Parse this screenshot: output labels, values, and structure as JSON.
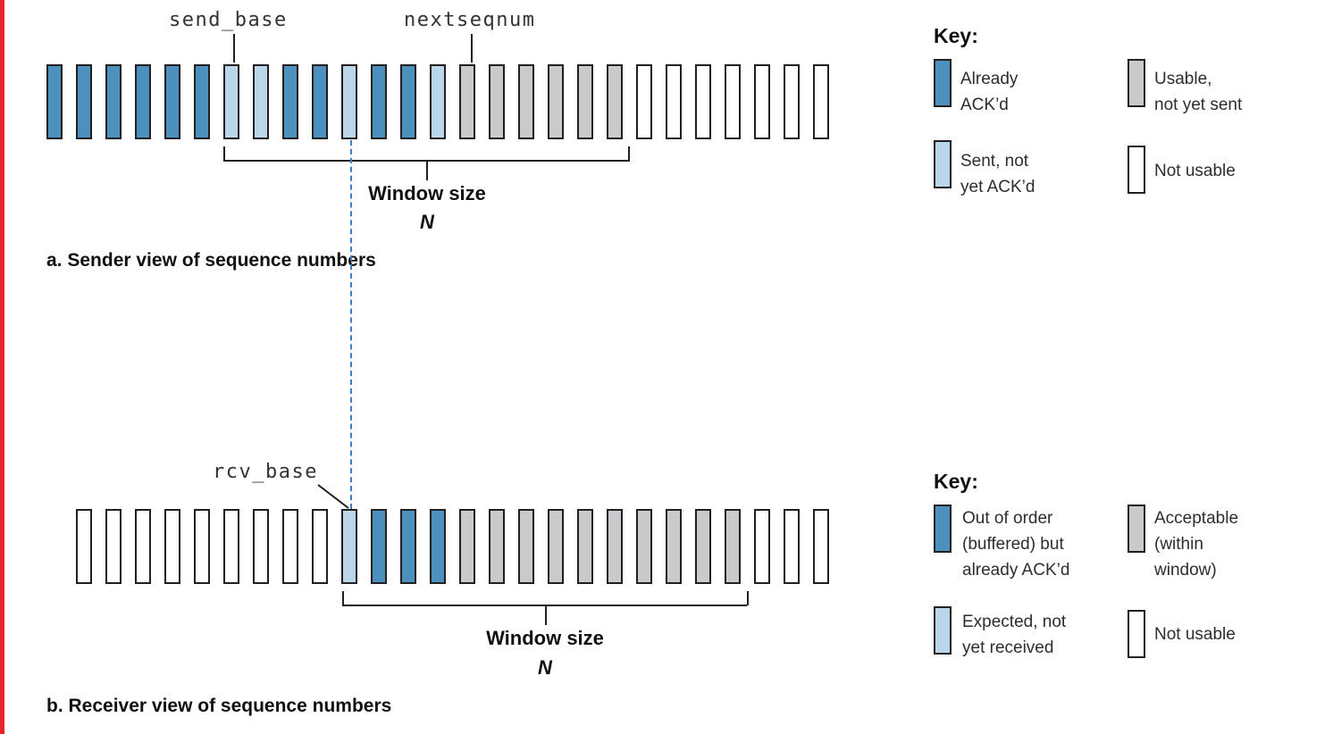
{
  "colors": {
    "ack": "#4c90bd",
    "sent": "#bad6ea",
    "usable": "#c9cacb",
    "notusable": "#ffffff",
    "border": "#231f20",
    "dash": "#3e7ec0",
    "margin_rule": "#e8232a"
  },
  "sender": {
    "send_base_label": "send_base",
    "nextseqnum_label": "nextseqnum",
    "window_size_label": "Window size",
    "window_n": "N",
    "caption": "a. Sender view of sequence numbers",
    "boxes": [
      "ack",
      "ack",
      "ack",
      "ack",
      "ack",
      "ack",
      "sent",
      "sent",
      "ack",
      "ack",
      "sent",
      "ack",
      "ack",
      "sent",
      "usable",
      "usable",
      "usable",
      "usable",
      "usable",
      "usable",
      "notusable",
      "notusable",
      "notusable",
      "notusable",
      "notusable",
      "notusable",
      "notusable"
    ]
  },
  "receiver": {
    "rcv_base_label": "rcv_base",
    "window_size_label": "Window size",
    "window_n": "N",
    "caption": "b. Receiver view of sequence numbers",
    "boxes": [
      "notusable",
      "notusable",
      "notusable",
      "notusable",
      "notusable",
      "notusable",
      "notusable",
      "notusable",
      "notusable",
      "sent",
      "ack",
      "ack",
      "ack",
      "usable",
      "usable",
      "usable",
      "usable",
      "usable",
      "usable",
      "usable",
      "usable",
      "usable",
      "usable",
      "notusable",
      "notusable",
      "notusable"
    ]
  },
  "sender_key": {
    "title": "Key:",
    "items": [
      {
        "type": "ack",
        "label": "Already\nACK’d"
      },
      {
        "type": "usable",
        "label": "Usable,\nnot yet sent"
      },
      {
        "type": "sent",
        "label": "Sent, not\nyet ACK’d"
      },
      {
        "type": "notusable",
        "label": "Not usable"
      }
    ]
  },
  "receiver_key": {
    "title": "Key:",
    "items": [
      {
        "type": "ack",
        "label": "Out of order\n(buffered) but\nalready ACK’d"
      },
      {
        "type": "usable",
        "label": "Acceptable\n(within\nwindow)"
      },
      {
        "type": "sent",
        "label": "Expected, not\nyet received"
      },
      {
        "type": "notusable",
        "label": "Not usable"
      }
    ]
  }
}
